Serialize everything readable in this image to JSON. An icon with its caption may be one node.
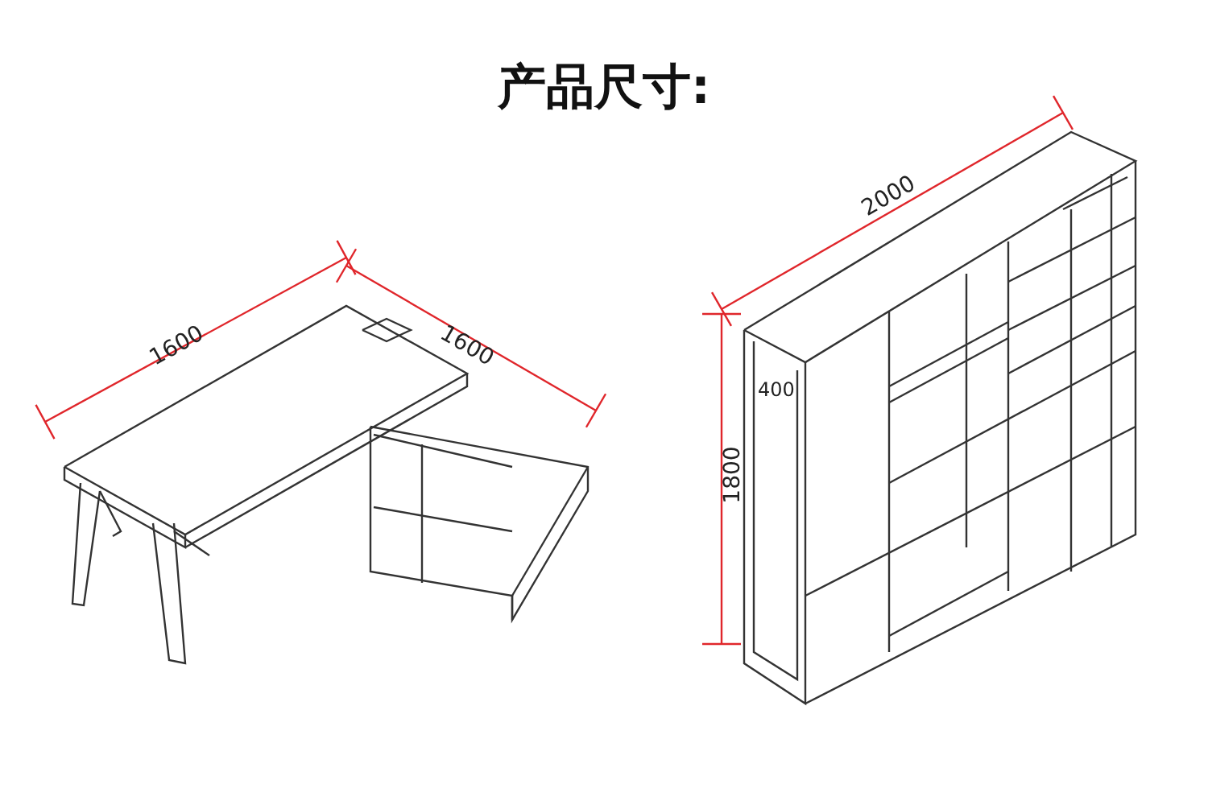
{
  "diagram": {
    "title": "产品尺寸:",
    "labels": [
      "1600",
      "1600",
      "2000",
      "400",
      "1800"
    ]
  }
}
